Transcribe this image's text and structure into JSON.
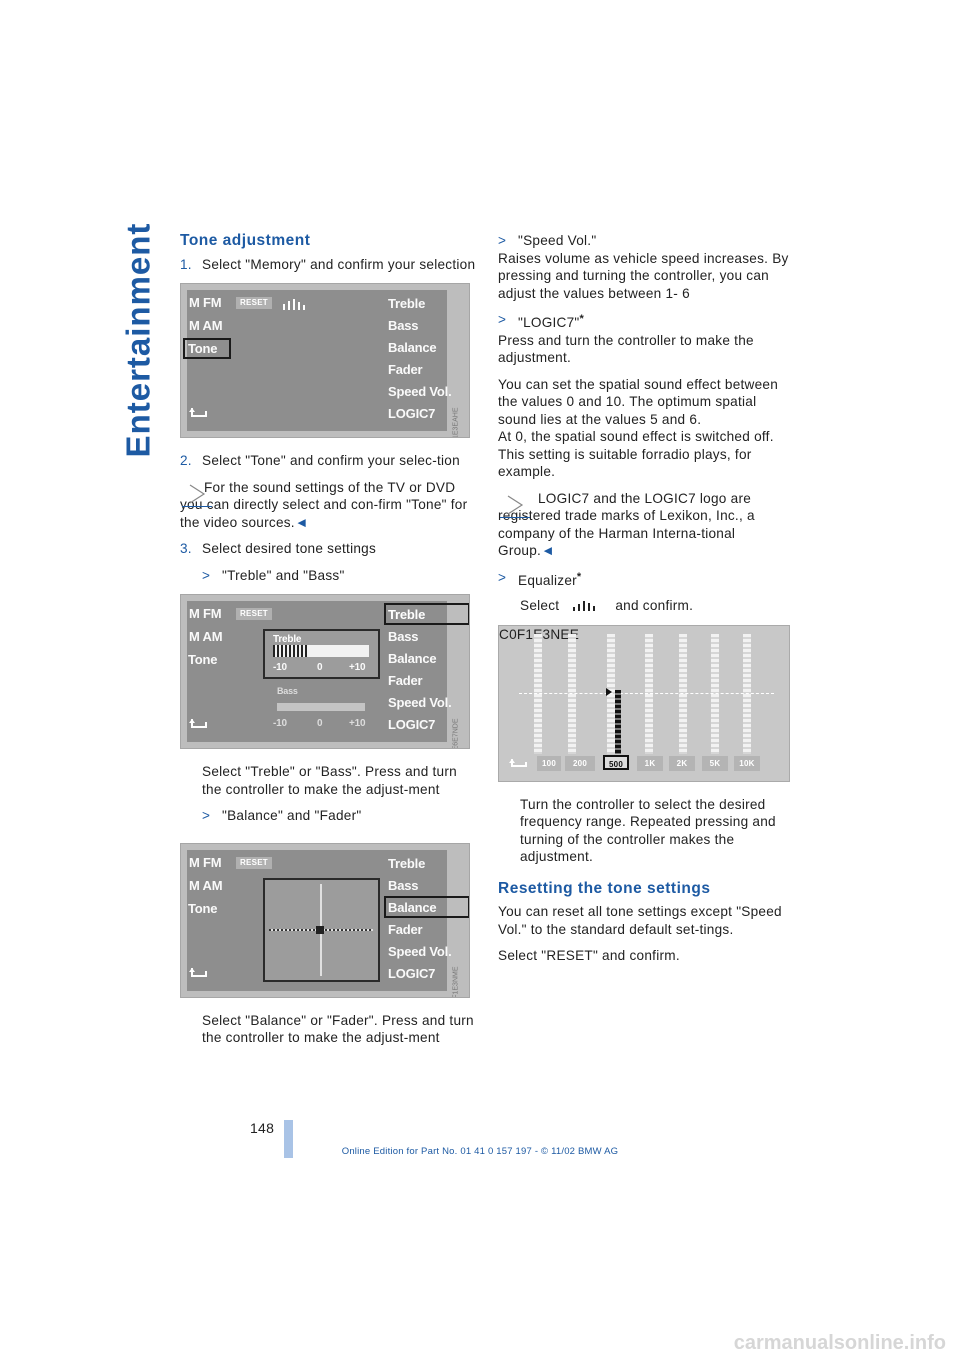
{
  "section_tab": "Entertainment",
  "left": {
    "heading": "Tone adjustment",
    "step1": {
      "num": "1.",
      "text": "Select \"Memory\" and confirm your selection"
    },
    "screen1": {
      "items_left": [
        "M FM",
        "M AM",
        "Tone"
      ],
      "reset": "RESET",
      "items_right": [
        "Treble",
        "Bass",
        "Balance",
        "Fader",
        "Speed Vol.",
        "LOGIC7"
      ],
      "code": "C0F1E3EAHE"
    },
    "step2": {
      "num": "2.",
      "text": "Select \"Tone\" and confirm your selec-tion"
    },
    "note1": "For the sound settings of the TV or DVD you can directly select and con-firm \"Tone\" for the video sources.",
    "end_mark": "◄",
    "step3": {
      "num": "3.",
      "text": "Select desired tone settings"
    },
    "bullet_treble": "\"Treble\" and \"Bass\"",
    "screen2": {
      "treble": "Treble",
      "bass": "Bass",
      "scale": [
        "-10",
        "0",
        "+10"
      ],
      "code": "C0E6E7NDE"
    },
    "text_treble": "Select \"Treble\" or \"Bass\". Press and turn the controller to make the adjust-ment",
    "bullet_balance": "\"Balance\" and \"Fader\"",
    "screen3": {
      "code": "C0F1E3NME"
    },
    "text_balance": "Select \"Balance\" or \"Fader\". Press and turn the controller to make the adjust-ment"
  },
  "right": {
    "bullet_speed": "\"Speed Vol.\"",
    "text_speed": "Raises volume as vehicle speed increases. By pressing and turning the controller, you can adjust the values between 1- 6",
    "bullet_logic": "\"LOGIC7\"",
    "star": "*",
    "text_logic": "Press and turn the controller to make the adjustment.",
    "text_spatial": "You can set the spatial sound effect between the values 0 and 10. The optimum spatial sound lies at the values 5 and 6.",
    "text_spatial2": "At 0, the spatial sound effect is switched off. This setting is suitable forradio plays, for example.",
    "note2": "LOGIC7 and the LOGIC7 logo are registered trade marks of Lexikon, Inc., a company of the Harman Interna-tional Group.",
    "bullet_eq": "Equalizer",
    "select_pre": "Select",
    "select_post": "and confirm.",
    "eq_screen": {
      "bands": [
        "100",
        "200",
        "500",
        "1K",
        "2K",
        "5K",
        "10K"
      ],
      "selected_band": "500",
      "code": "C0F1E3NEE"
    },
    "text_eq": "Turn the controller to select the desired frequency range. Repeated pressing and turning of the controller makes the adjustment.",
    "heading_reset": "Resetting the tone settings",
    "text_reset": "You can reset all tone settings except \"Speed Vol.\" to the standard default set-tings.",
    "text_reset2": "Select \"RESET\" and confirm."
  },
  "page_number": "148",
  "footer": "Online Edition for Part No. 01 41 0 157 197 - © 11/02 BMW AG",
  "watermark": "carmanualsonline.info",
  "colors": {
    "accent": "#1d5aa3",
    "footer_bar": "#a9c3e6"
  }
}
